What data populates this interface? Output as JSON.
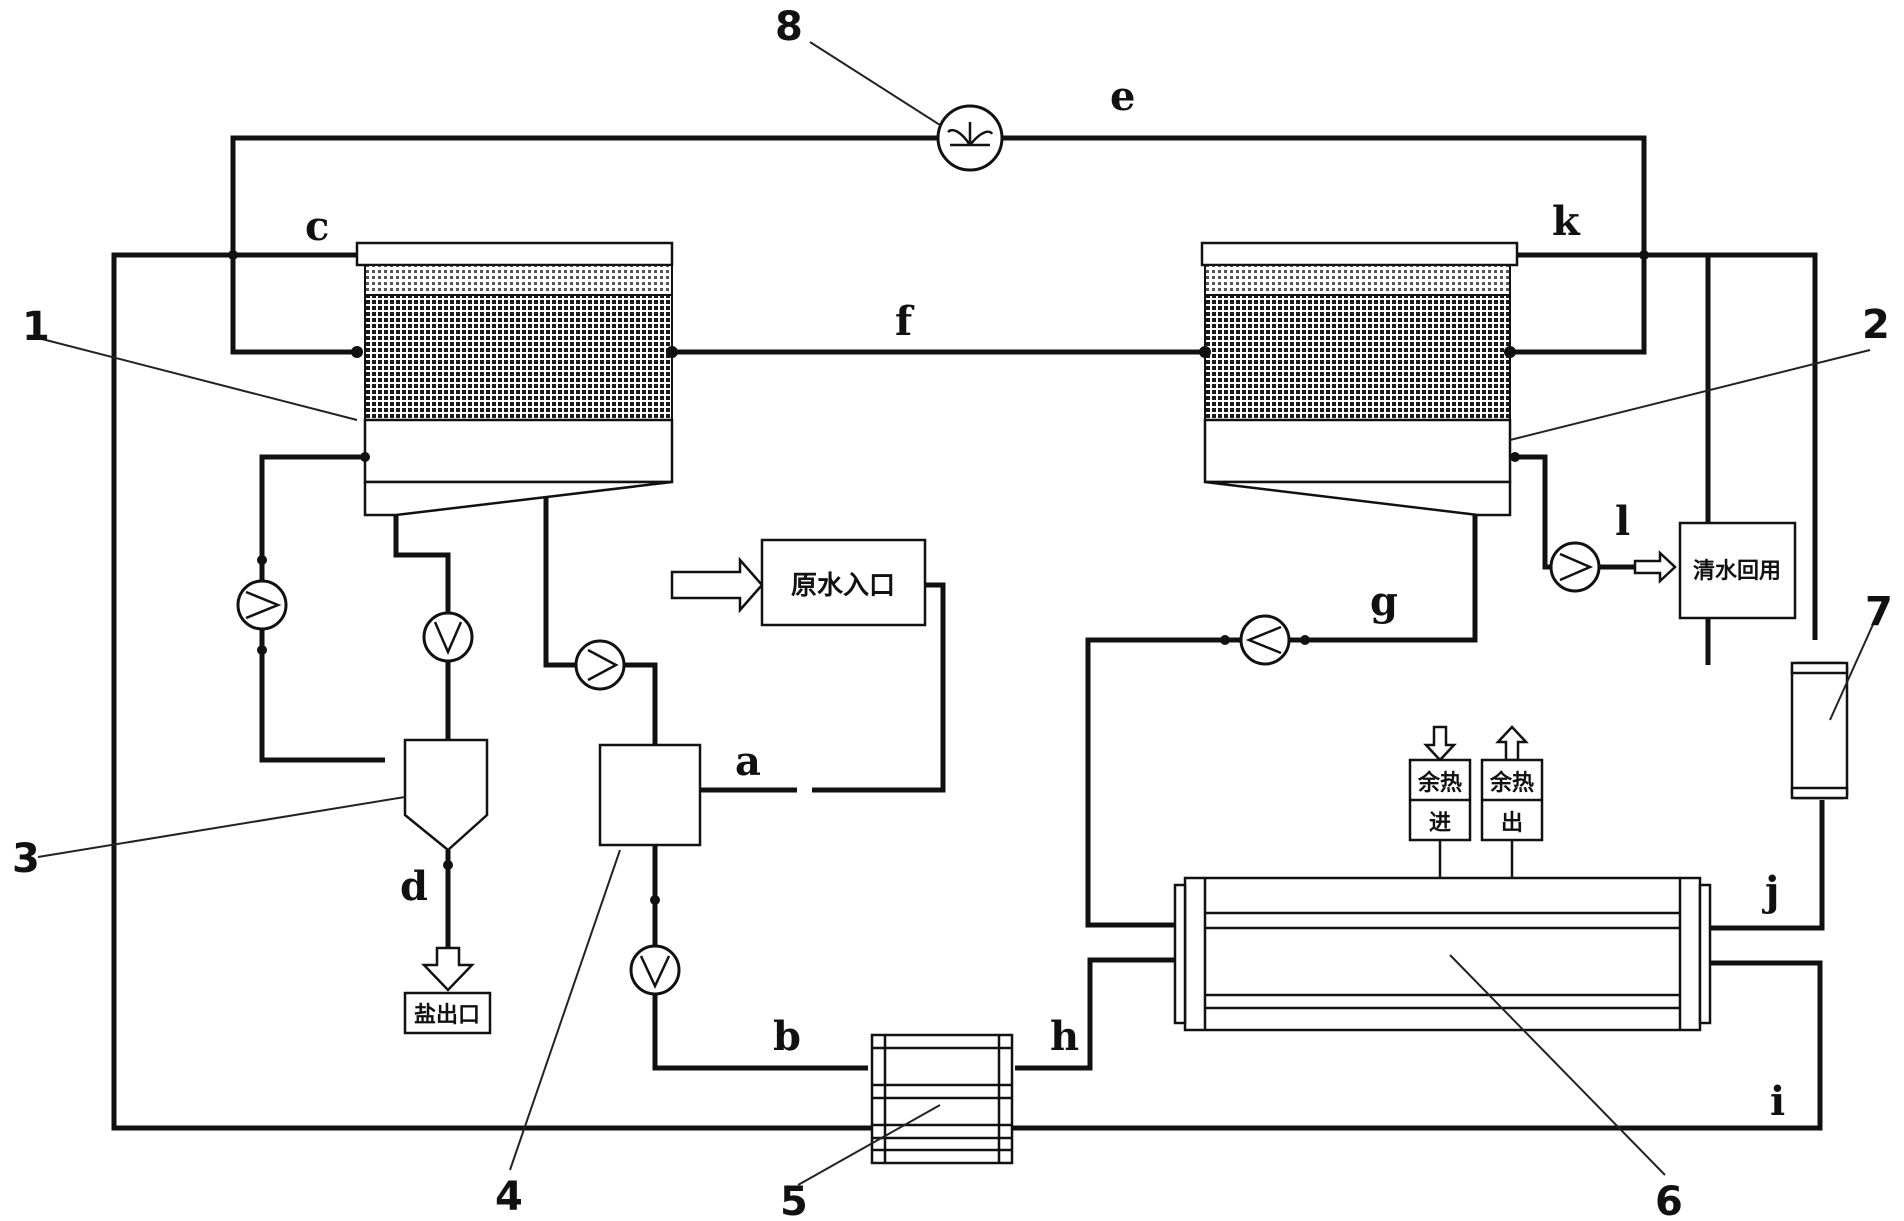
{
  "component_labels": {
    "tower1": "1",
    "tower2": "2",
    "crystallizer": "3",
    "mixing_tank": "4",
    "heat_exchanger_small": "5",
    "heat_exchanger_large": "6",
    "heater": "7",
    "fan": "8"
  },
  "stream_labels": {
    "a": "a",
    "b": "b",
    "c": "c",
    "d": "d",
    "e": "e",
    "f": "f",
    "g": "g",
    "h": "h",
    "i": "i",
    "j": "j",
    "k": "k",
    "l": "l"
  },
  "boxes": {
    "raw_water_inlet": "原水入口",
    "salt_outlet": "盐出口",
    "clean_water_reuse": "清水回用",
    "waste_heat_in_top": "余热",
    "waste_heat_in_bottom": "进",
    "waste_heat_out_top": "余热",
    "waste_heat_out_bottom": "出"
  },
  "colors": {
    "line": "#111111",
    "background": "#ffffff",
    "mesh": "#222222"
  }
}
